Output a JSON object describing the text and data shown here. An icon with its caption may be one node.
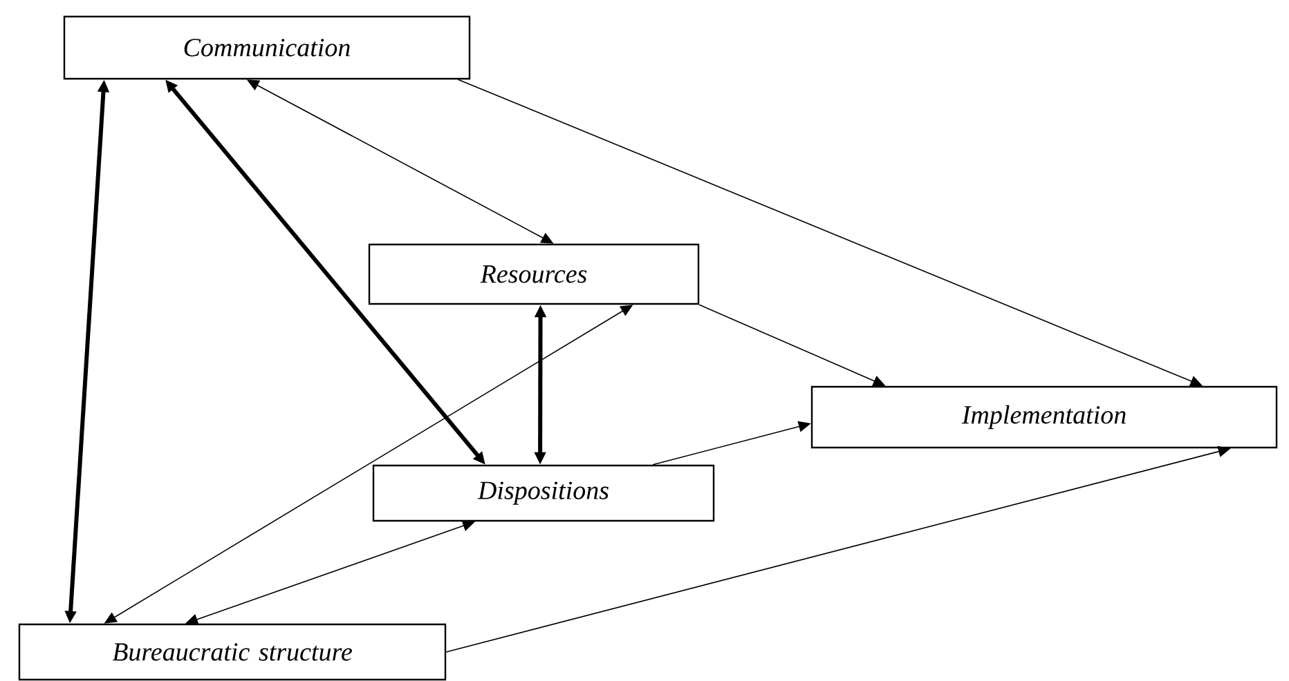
{
  "diagram": {
    "nodes": [
      {
        "text": [
          "Communication"
        ]
      },
      {
        "text": [
          "Resources"
        ]
      },
      {
        "text": [
          "Implementation"
        ]
      },
      {
        "text": [
          "Dispositions"
        ]
      },
      {
        "text": [
          "Bureaucratic structure"
        ]
      }
    ],
    "edges": [
      {
        "from": 0,
        "to": 4,
        "arrow": "both",
        "style": "thick"
      },
      {
        "from": 0,
        "to": 3,
        "arrow": "both",
        "style": "thick"
      },
      {
        "from": 0,
        "to": 1,
        "arrow": "both"
      },
      {
        "from": 0,
        "to": 2,
        "arrow": "to"
      },
      {
        "from": 1,
        "to": 3,
        "arrow": "both",
        "style": "thick"
      },
      {
        "from": 1,
        "to": 2,
        "arrow": "to"
      },
      {
        "from": 4,
        "to": 1,
        "arrow": "both"
      },
      {
        "from": 3,
        "to": 2,
        "arrow": "to"
      },
      {
        "from": 3,
        "to": 4,
        "arrow": "both"
      },
      {
        "from": 4,
        "to": 2,
        "arrow": "to"
      }
    ]
  }
}
